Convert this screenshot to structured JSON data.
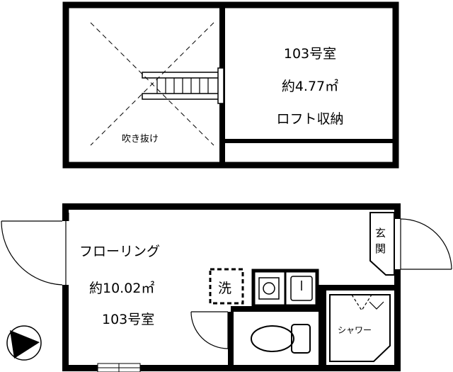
{
  "loft": {
    "room_number": "103号室",
    "area": "約4.77㎡",
    "name": "ロフト収納",
    "void_label": "吹き抜け"
  },
  "main": {
    "name": "フローリング",
    "area": "約10.02㎡",
    "room_number": "103号室"
  },
  "fixtures": {
    "washer": "洗",
    "entrance_top": "玄",
    "entrance_bottom": "関",
    "shower": "シャワー"
  }
}
